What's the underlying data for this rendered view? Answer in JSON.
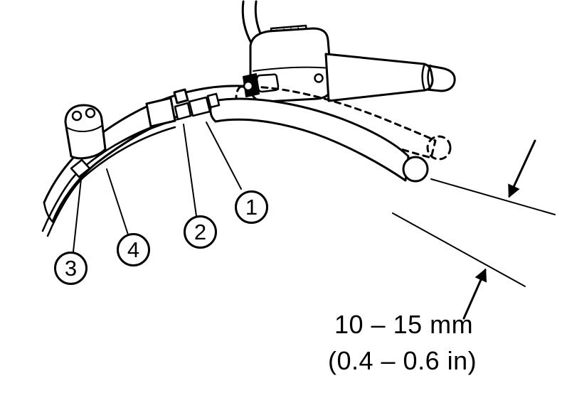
{
  "diagram": {
    "callouts": [
      "1",
      "2",
      "3",
      "4"
    ],
    "measurement": {
      "metric": "10 – 15 mm",
      "imperial": "(0.4 – 0.6 in)"
    },
    "colors": {
      "line": "#000000",
      "background": "#ffffff"
    }
  }
}
